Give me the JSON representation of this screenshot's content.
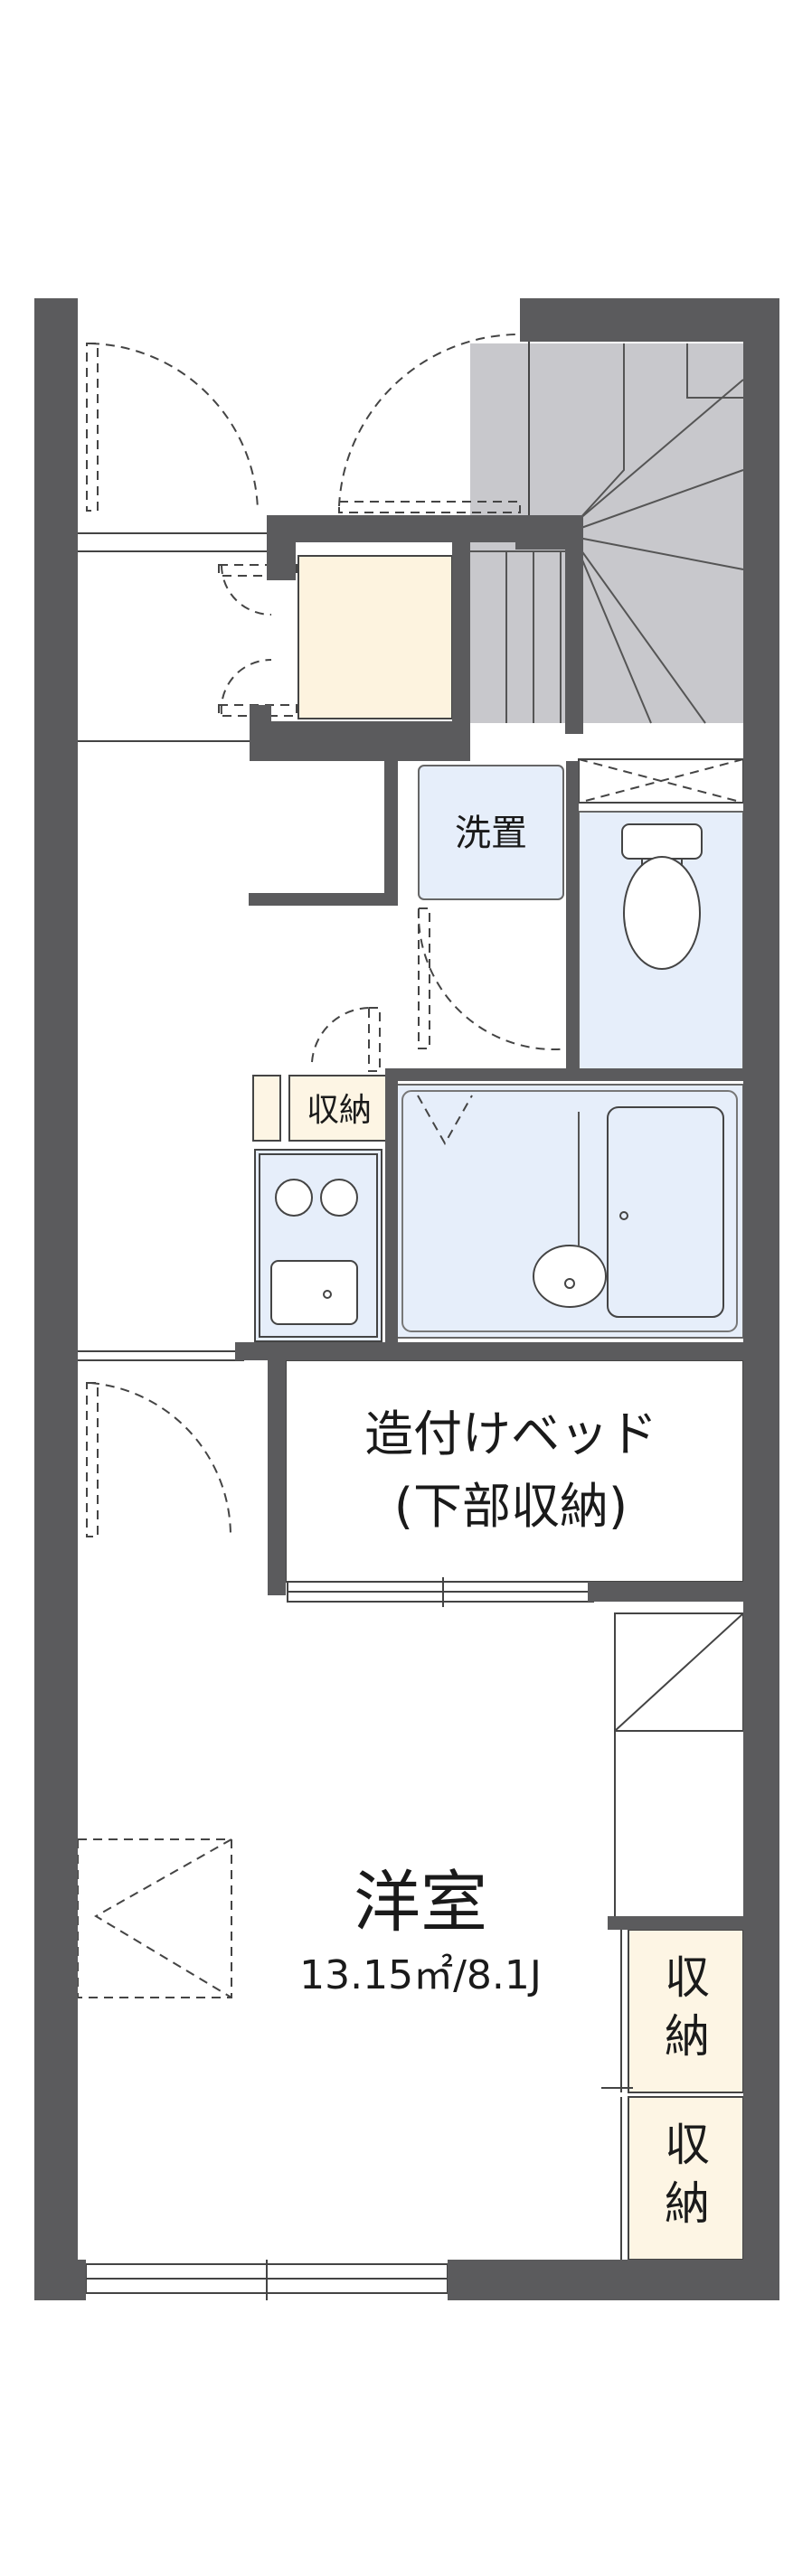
{
  "colors": {
    "wall": "#5b5b5d",
    "stair": "#c8c8cc",
    "wet_area": "#e6eefa",
    "storage": "#fdf5e4",
    "entrance_box": "#fdf3df",
    "line": "#444444"
  },
  "labels": {
    "washer": "洗置",
    "kitchen_storage": "収納",
    "built_in_bed_line1": "造付けベッド",
    "built_in_bed_line2": "(下部収納)",
    "room_name": "洋室",
    "room_size": "13.15㎡/8.1J",
    "storage_upper_1": "収",
    "storage_upper_2": "納",
    "storage_lower_1": "収",
    "storage_lower_2": "納"
  }
}
